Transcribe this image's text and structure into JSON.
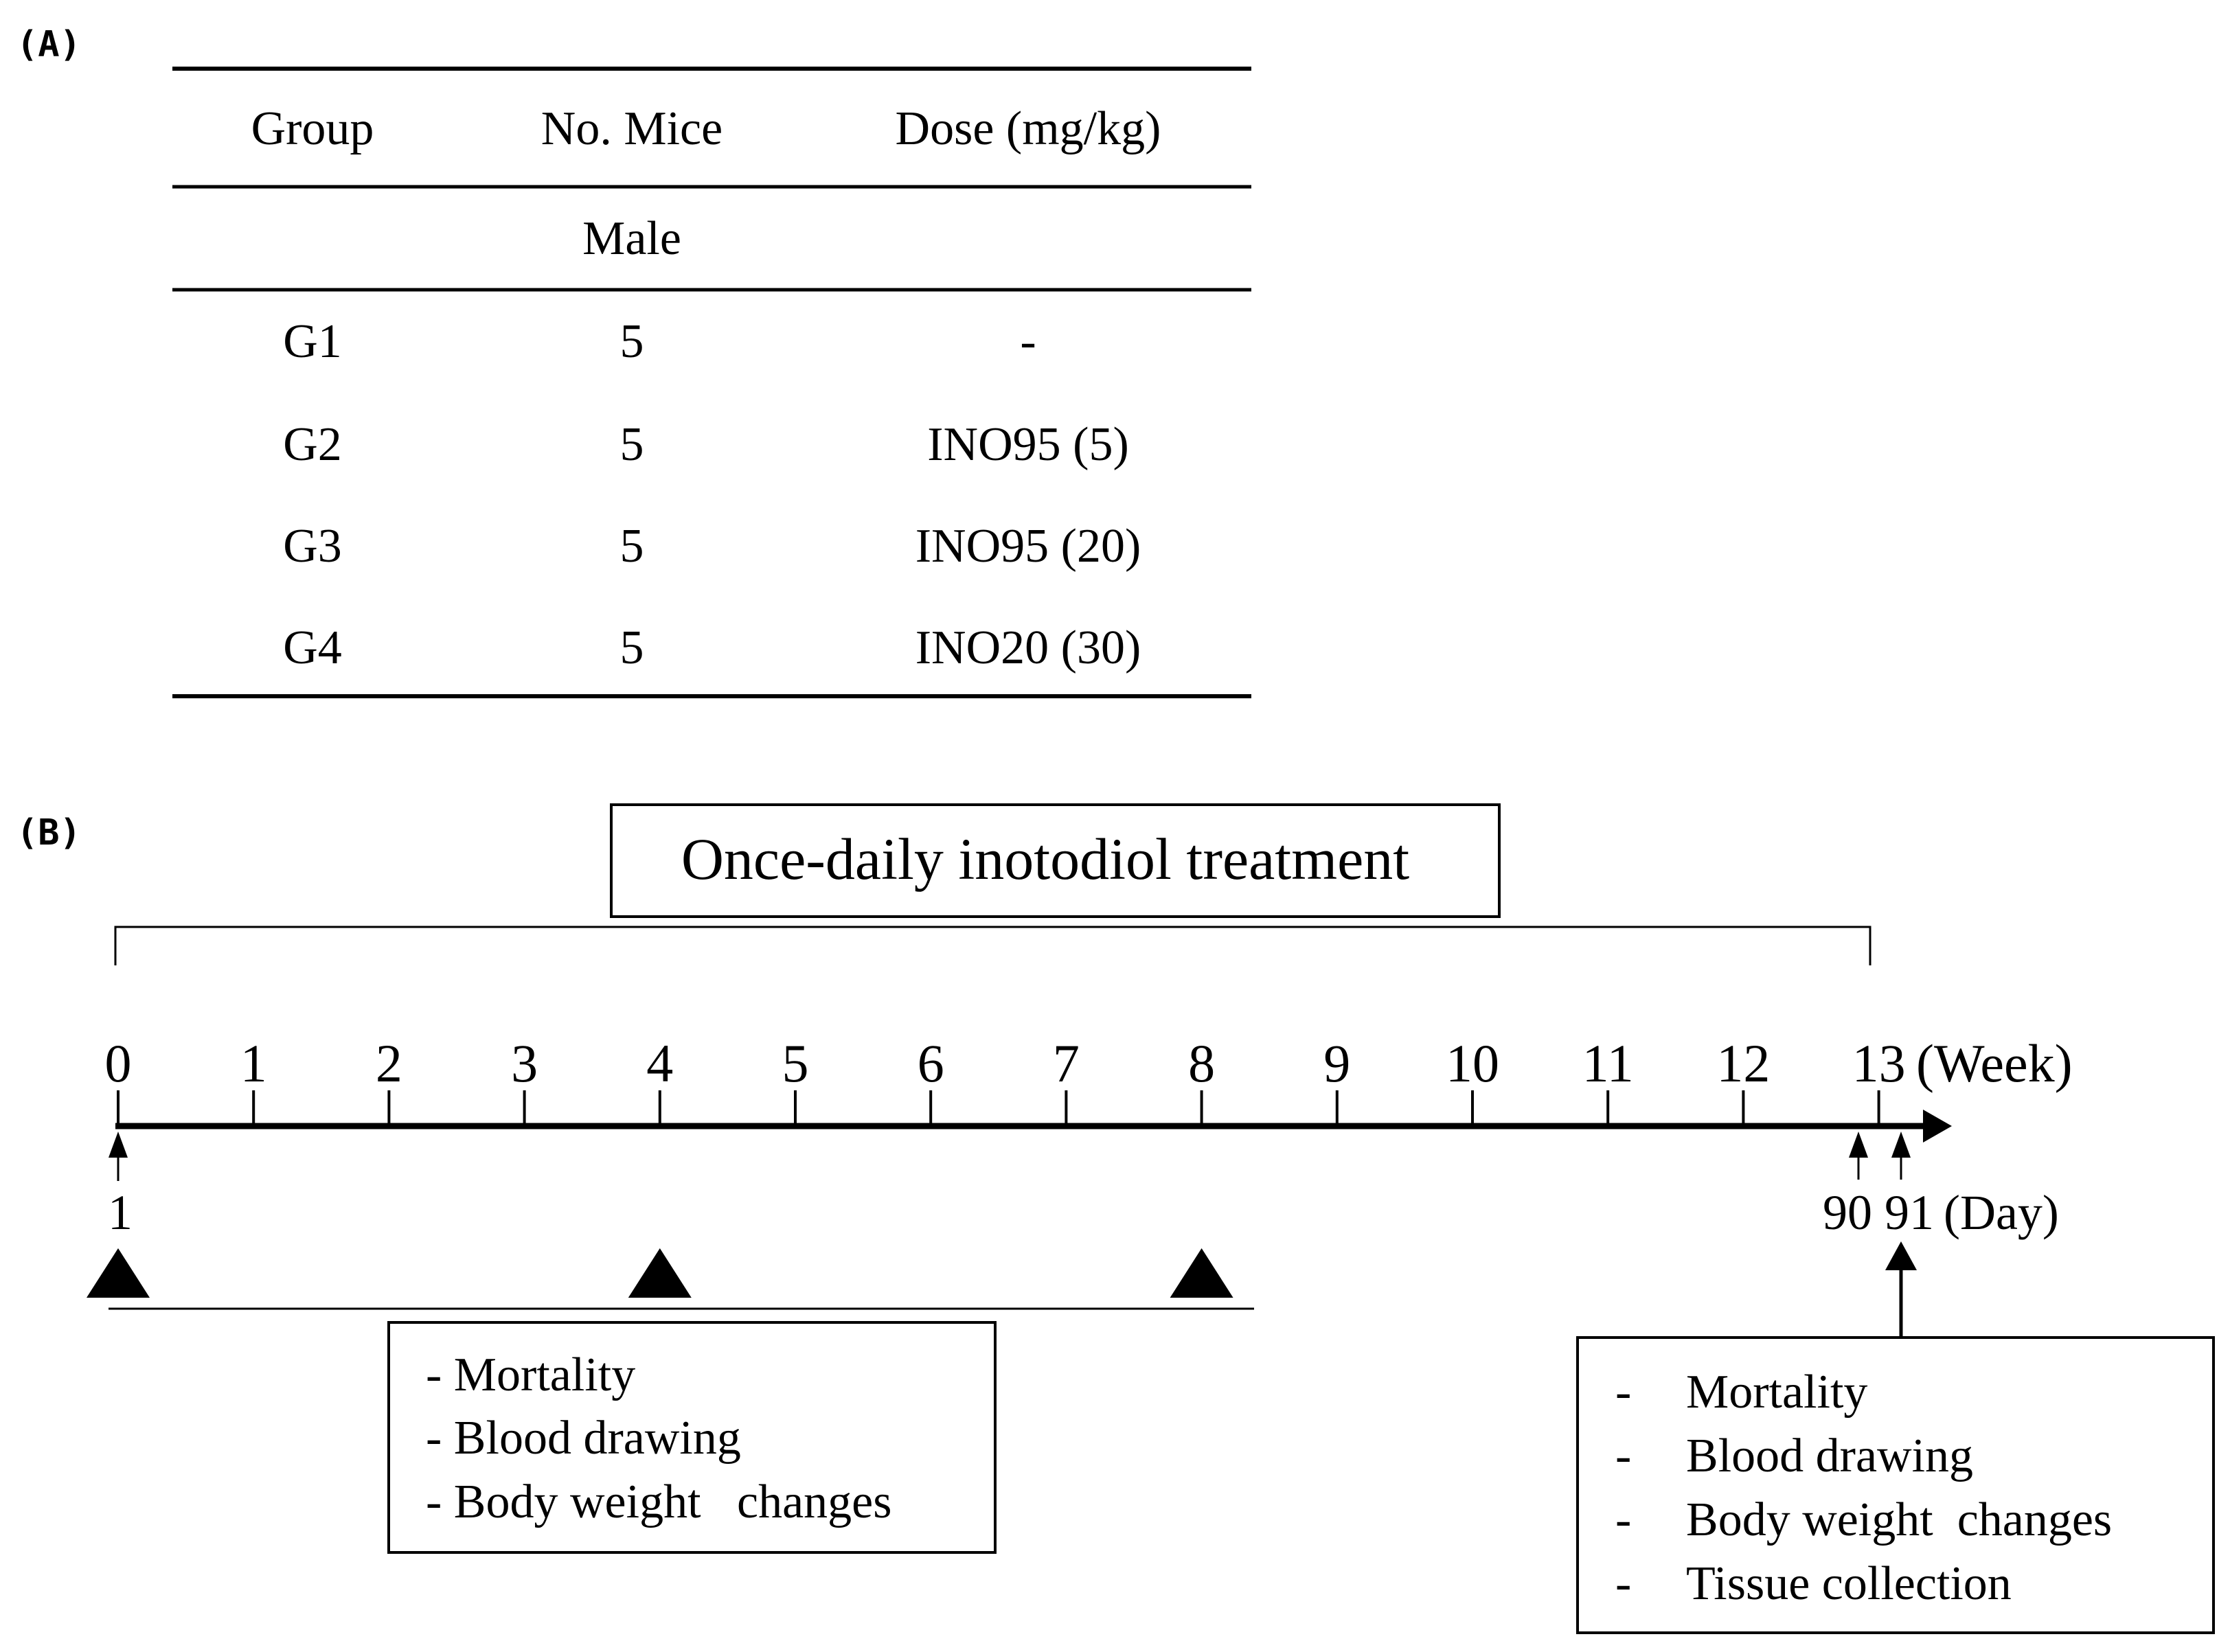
{
  "panel_a": {
    "label": "(A)",
    "headers": [
      "Group",
      "No. Mice",
      "Dose (mg/kg)"
    ],
    "section": "Male",
    "rows": [
      [
        "G1",
        "5",
        "-"
      ],
      [
        "G2",
        "5",
        "INO95 (5)"
      ],
      [
        "G3",
        "5",
        "INO95 (20)"
      ],
      [
        "G4",
        "5",
        "INO20 (30)"
      ]
    ]
  },
  "panel_b": {
    "label": "(B)",
    "treatment_label": "Once-daily inotodiol treatment",
    "weeks": [
      "0",
      "1",
      "2",
      "3",
      "4",
      "5",
      "6",
      "7",
      "8",
      "9",
      "10",
      "11",
      "12",
      "13"
    ],
    "week_unit": "(Week)",
    "day_start": "1",
    "day_90": "90",
    "day_91": "91",
    "day_unit": "(Day)",
    "interim_marker_weeks": [
      0,
      4,
      8
    ],
    "interim_box": [
      "- Mortality",
      "- Blood drawing",
      "- Body weight   changes"
    ],
    "final_box": [
      {
        "dash": "-",
        "text": "Mortality"
      },
      {
        "dash": "-",
        "text": "Blood drawing"
      },
      {
        "dash": "-",
        "text": "Body weight  changes"
      },
      {
        "dash": "-",
        "text": "Tissue collection"
      }
    ]
  }
}
